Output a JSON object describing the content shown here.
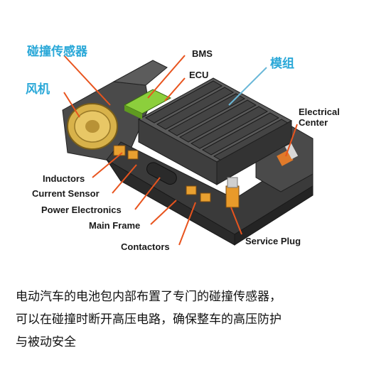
{
  "labels_cn": {
    "collision_sensor": "碰撞传感器",
    "fan": "风机",
    "module": "模组"
  },
  "labels_en": {
    "bms": "BMS",
    "ecu": "ECU",
    "electrical_center_line1": "Electrical",
    "electrical_center_line2": "Center",
    "inductors": "Inductors",
    "current_sensor": "Current Sensor",
    "power_electronics": "Power Electronics",
    "main_frame": "Main Frame",
    "contactors": "Contactors",
    "service_plug": "Service Plug"
  },
  "caption": {
    "line1": "电动汽车的电池包内部布置了专门的碰撞传感器，",
    "line2": "可以在碰撞时断开高压电路，确保整车的高压防护",
    "line3": "与被动安全"
  },
  "colors": {
    "callout_line": "#e8541e",
    "module_line": "#6bb8d8",
    "label_cn": "#2aa8d8",
    "battery_green": "#8ccf3c",
    "housing": "#3a3a3a"
  }
}
